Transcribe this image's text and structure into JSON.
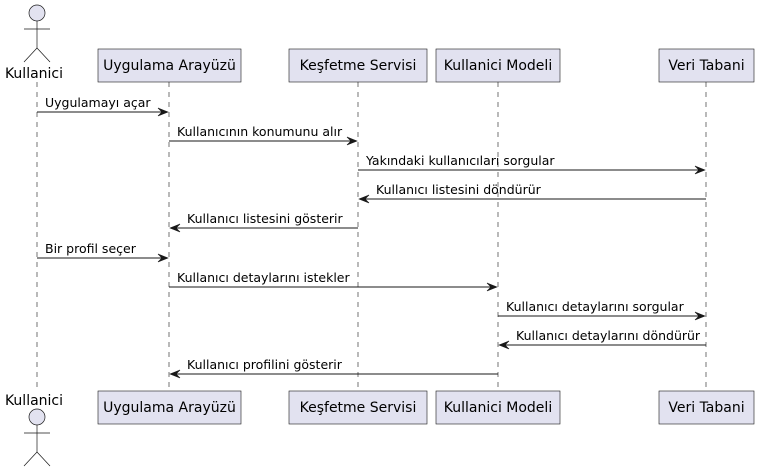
{
  "diagram": {
    "type": "sequence",
    "actor": {
      "label": "Kullanici"
    },
    "participants": [
      {
        "id": "ui",
        "label": "Uygulama Arayüzü"
      },
      {
        "id": "discovery",
        "label": "Keşfetme Servisi"
      },
      {
        "id": "model",
        "label": "Kullanici Modeli"
      },
      {
        "id": "db",
        "label": "Veri Tabani"
      }
    ],
    "messages": [
      {
        "from": "user",
        "to": "ui",
        "label": "Uygulamayı açar"
      },
      {
        "from": "ui",
        "to": "discovery",
        "label": "Kullanıcının konumunu alır"
      },
      {
        "from": "discovery",
        "to": "db",
        "label": "Yakındaki kullanıcıları sorgular"
      },
      {
        "from": "db",
        "to": "discovery",
        "label": "Kullanıcı listesini döndürür"
      },
      {
        "from": "discovery",
        "to": "ui",
        "label": "Kullanıcı listesini gösterir"
      },
      {
        "from": "user",
        "to": "ui",
        "label": "Bir profil seçer"
      },
      {
        "from": "ui",
        "to": "model",
        "label": "Kullanıcı detaylarını istekler"
      },
      {
        "from": "model",
        "to": "db",
        "label": "Kullanıcı detaylarını sorgular"
      },
      {
        "from": "db",
        "to": "model",
        "label": "Kullanıcı detaylarını döndürür"
      },
      {
        "from": "model",
        "to": "ui",
        "label": "Kullanıcı profilini gösterir"
      }
    ]
  }
}
